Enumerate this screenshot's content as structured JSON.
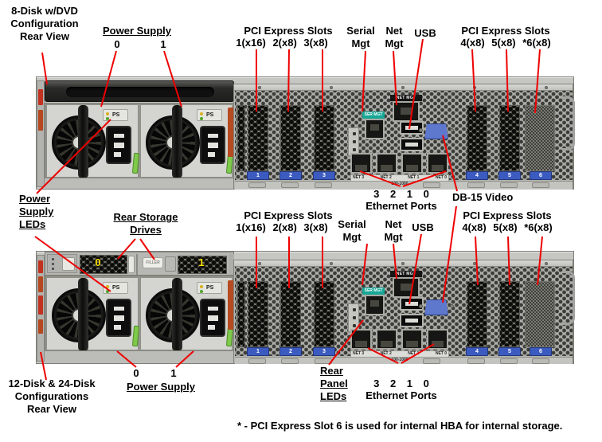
{
  "callouts": {
    "config_top": "8-Disk w/DVD\nConfiguration\nRear View",
    "config_bottom": "12-Disk & 24-Disk\nConfigurations\nRear View",
    "power_supply_title": "Power Supply",
    "ps0": "0",
    "ps1": "1",
    "pcie_title": "PCI Express Slots",
    "pcie_left_slots": "1(x16) 2(x8) 3(x8)",
    "pcie_right_slots": "4(x8) 5(x8) *6(x8)",
    "serial_mgt": "Serial\nMgt",
    "net_mgt": "Net\nMgt",
    "usb": "USB",
    "eth_numbers": "3 2 1 0",
    "eth_title": "Ethernet Ports",
    "db15_video": "DB-15 Video",
    "ps_leds": "Power\nSupply\nLEDs",
    "rear_storage": "Rear Storage\nDrives",
    "rear_panel_leds": "Rear\nPanel\nLEDs",
    "footnote": "* - PCI Express Slot 6 is used for internal HBA for internal storage."
  },
  "chassis": {
    "ps_label": "PS",
    "net_mgt_label": "NET MGT",
    "ser_mgt_label": "SER MGT",
    "pci_slot_numbers": [
      "1",
      "2",
      "3",
      "4",
      "5",
      "6"
    ],
    "eth_port_labels": [
      "NET 3",
      "NET 2",
      "NET 1",
      "NET 0"
    ],
    "eth_speed": "100-1000",
    "drive_numbers": [
      "0",
      "1"
    ],
    "filler_label": "FILLER"
  },
  "colors": {
    "leader_red": "#ee0000",
    "slot_label_blue": "#3b5bc0",
    "ser_mgt_teal": "#18a796",
    "latch_green": "#7fca4b",
    "drive_number_yellow": "#ffe200"
  }
}
